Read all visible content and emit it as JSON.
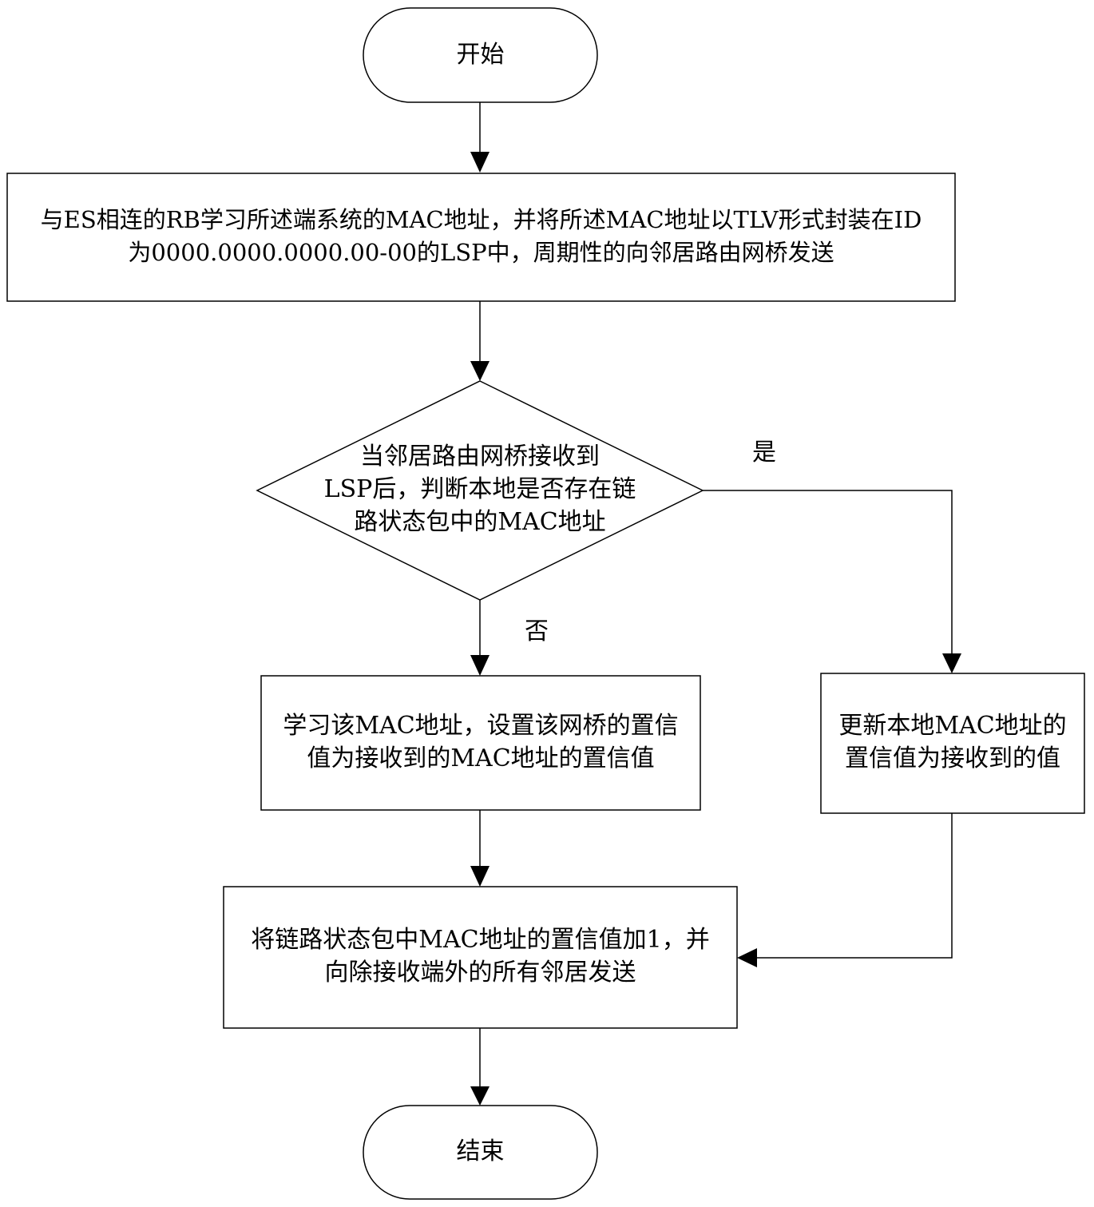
{
  "flowchart": {
    "start": "开始",
    "step1": {
      "line1": "与ES相连的RB学习所述端系统的MAC地址，并将所述MAC地址以TLV形式封装在ID",
      "line2": "为0000.0000.0000.00-00的LSP中，周期性的向邻居路由网桥发送"
    },
    "decision": {
      "line1": "当邻居路由网桥接收到",
      "line2": "LSP后，判断本地是否存在链",
      "line3": "路状态包中的MAC地址"
    },
    "yes_label": "是",
    "no_label": "否",
    "no_branch": {
      "line1": "学习该MAC地址，设置该网桥的置信",
      "line2": "值为接收到的MAC地址的置信值"
    },
    "yes_branch": {
      "line1": "更新本地MAC地址的",
      "line2": "置信值为接收到的值"
    },
    "step_final": {
      "line1": "将链路状态包中MAC地址的置信值加1，并",
      "line2": "向除接收端外的所有邻居发送"
    },
    "end": "结束"
  },
  "colors": {
    "stroke": "#000000",
    "background": "#ffffff",
    "text": "#000000"
  }
}
